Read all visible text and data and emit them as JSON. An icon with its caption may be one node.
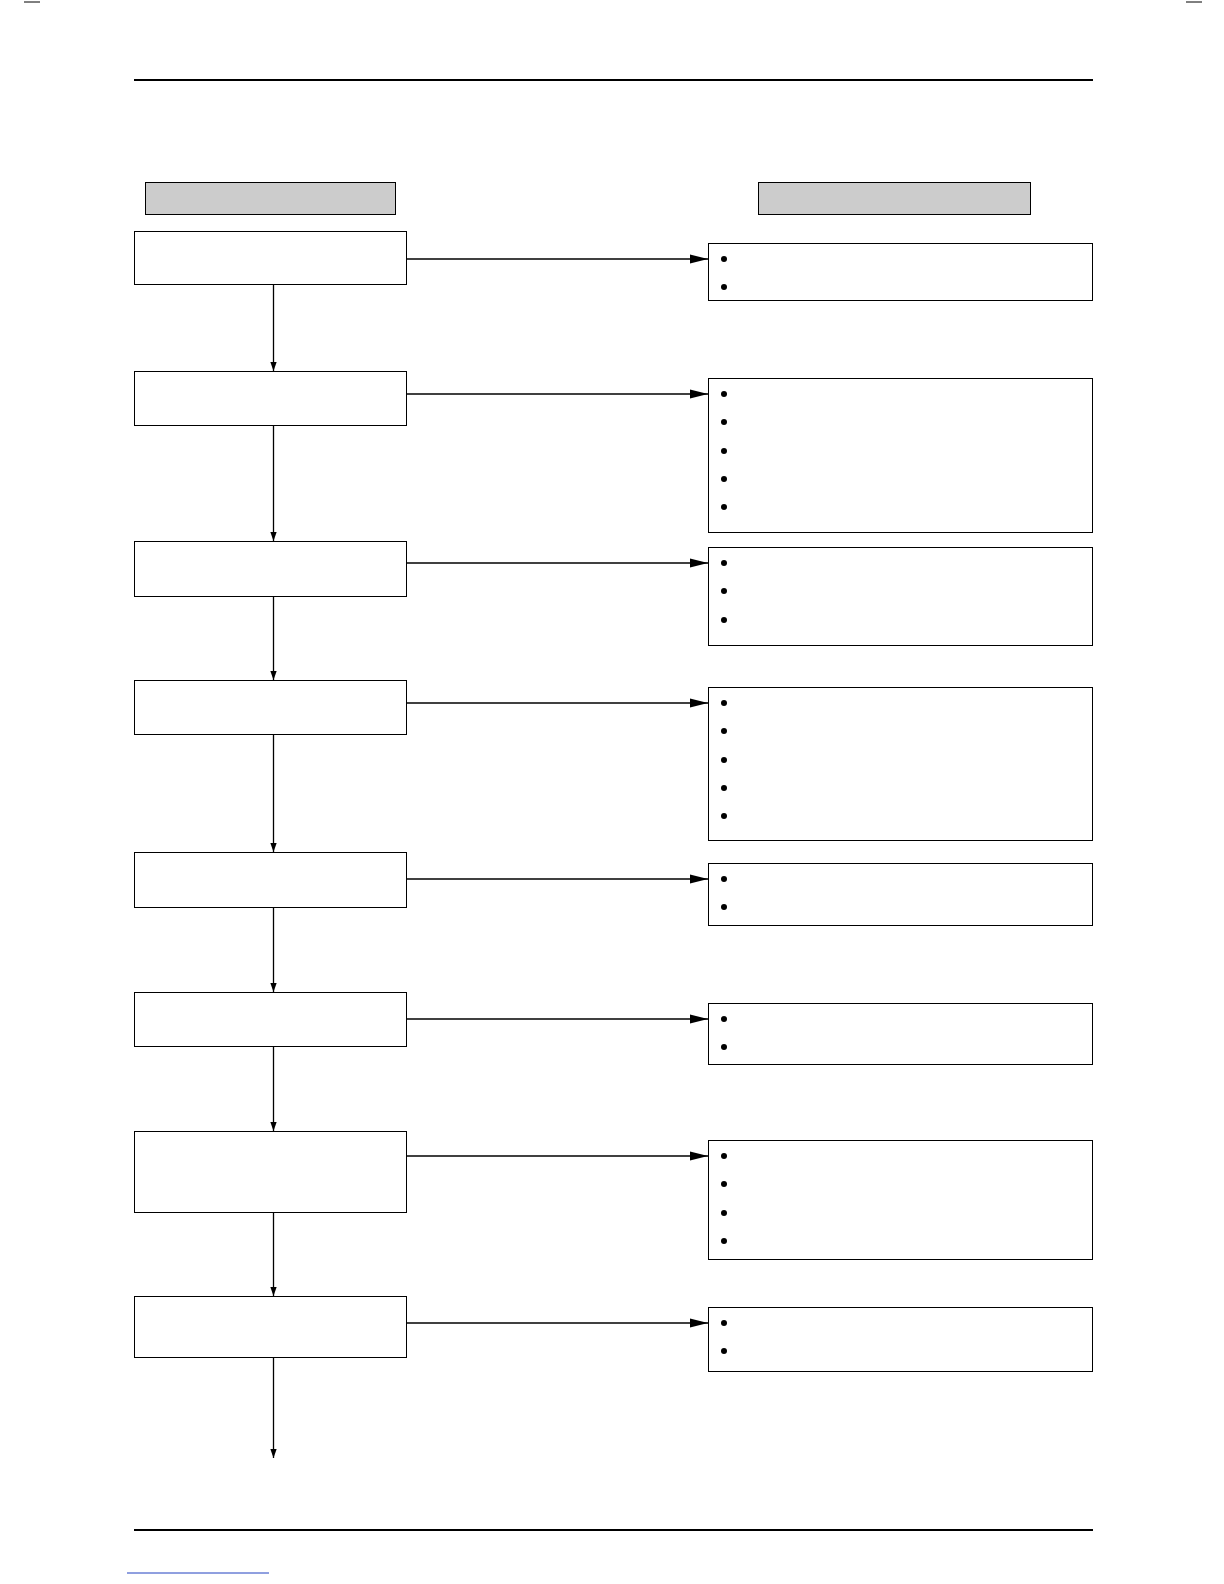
{
  "diagram": {
    "nodes": [
      {
        "text": [],
        "shape": "box"
      },
      {
        "text": [],
        "shape": "box"
      },
      {
        "text": [],
        "shape": "box"
      },
      {
        "text": [],
        "shape": "box"
      },
      {
        "text": [],
        "shape": "box"
      },
      {
        "text": [],
        "shape": "box"
      },
      {
        "text": [],
        "shape": "box"
      },
      {
        "text": [],
        "shape": "box"
      },
      {
        "text": [],
        "shape": "box"
      },
      {
        "text": [],
        "shape": "box"
      },
      {
        "text": [],
        "shape": "box"
      },
      {
        "text": [],
        "shape": "box"
      },
      {
        "text": [],
        "shape": "box"
      },
      {
        "text": [],
        "shape": "box"
      },
      {
        "text": [],
        "shape": "box"
      },
      {
        "text": [],
        "shape": "box"
      },
      {
        "text": [],
        "shape": "box"
      },
      {
        "text": [],
        "shape": "box"
      }
    ],
    "edges": [
      {
        "from": 2,
        "to": 3,
        "arrow": "to"
      },
      {
        "from": 2,
        "to": 4,
        "arrow": "to"
      },
      {
        "from": 4,
        "to": 5,
        "arrow": "to"
      },
      {
        "from": 4,
        "to": 6,
        "arrow": "to"
      },
      {
        "from": 6,
        "to": 7,
        "arrow": "to"
      },
      {
        "from": 6,
        "to": 8,
        "arrow": "to"
      },
      {
        "from": 8,
        "to": 9,
        "arrow": "to"
      },
      {
        "from": 8,
        "to": 10,
        "arrow": "to"
      },
      {
        "from": 10,
        "to": 11,
        "arrow": "to"
      },
      {
        "from": 10,
        "to": 12,
        "arrow": "to"
      },
      {
        "from": 12,
        "to": 13,
        "arrow": "to"
      },
      {
        "from": 12,
        "to": 14,
        "arrow": "to"
      },
      {
        "from": 14,
        "to": 15,
        "arrow": "to"
      },
      {
        "from": 14,
        "to": 16,
        "arrow": "to"
      },
      {
        "from": 16,
        "to": 17,
        "arrow": "to"
      },
      {
        "from": 16,
        "to": null,
        "arrow": "to"
      }
    ]
  }
}
